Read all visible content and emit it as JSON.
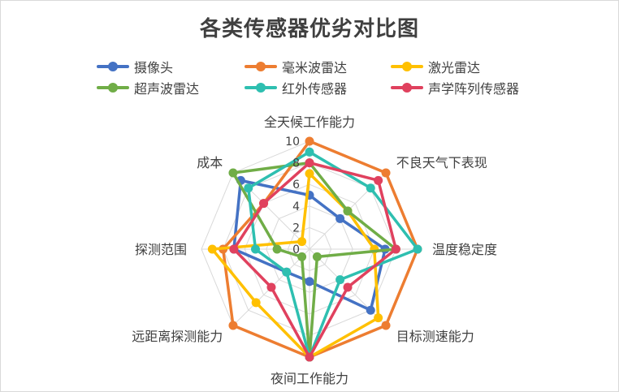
{
  "chart_data": {
    "type": "radar",
    "title": "各类传感器优劣对比图",
    "axes": [
      "全天候工作能力",
      "不良天气下表现",
      "温度稳定度",
      "目标测速能力",
      "夜间工作能力",
      "远距离探测能力",
      "探测范围",
      "成本"
    ],
    "ticks": [
      0,
      2,
      4,
      6,
      8,
      10
    ],
    "range": [
      0,
      10
    ],
    "grid": true,
    "legend_position": "top",
    "series": [
      {
        "name": "摄像头",
        "color": "#4472C4",
        "values": [
          5,
          4,
          7,
          8,
          3,
          3,
          7,
          9
        ]
      },
      {
        "name": "毫米波雷达",
        "color": "#ED7D31",
        "values": [
          10,
          10,
          10,
          10,
          10,
          10,
          8,
          6
        ]
      },
      {
        "name": "激光雷达",
        "color": "#FFC000",
        "values": [
          7,
          5,
          6,
          9,
          10,
          7,
          9,
          1
        ]
      },
      {
        "name": "超声波雷达",
        "color": "#70AD47",
        "values": [
          8,
          5,
          8,
          1,
          10,
          1,
          3,
          10
        ]
      },
      {
        "name": "红外传感器",
        "color": "#2EBFB0",
        "values": [
          9,
          8,
          10,
          4,
          10,
          3,
          5,
          8
        ]
      },
      {
        "name": "声学阵列传感器",
        "color": "#E0415E",
        "values": [
          8,
          9,
          8,
          5,
          10,
          5,
          7,
          6
        ]
      }
    ]
  }
}
